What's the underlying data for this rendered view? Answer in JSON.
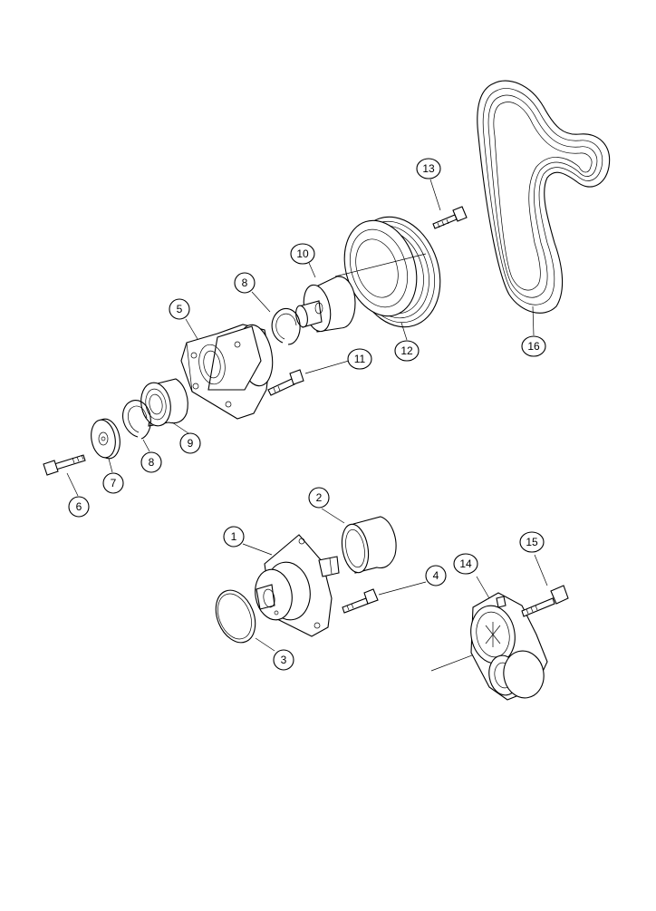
{
  "diagram": {
    "callouts": [
      {
        "id": "c1",
        "label": "1"
      },
      {
        "id": "c2",
        "label": "2"
      },
      {
        "id": "c3",
        "label": "3"
      },
      {
        "id": "c4",
        "label": "4"
      },
      {
        "id": "c5",
        "label": "5"
      },
      {
        "id": "c6",
        "label": "6"
      },
      {
        "id": "c7",
        "label": "7"
      },
      {
        "id": "c8a",
        "label": "8"
      },
      {
        "id": "c8b",
        "label": "8"
      },
      {
        "id": "c9",
        "label": "9"
      },
      {
        "id": "c10",
        "label": "10"
      },
      {
        "id": "c11",
        "label": "11"
      },
      {
        "id": "c12",
        "label": "12"
      },
      {
        "id": "c13",
        "label": "13"
      },
      {
        "id": "c14",
        "label": "14"
      },
      {
        "id": "c15",
        "label": "15"
      },
      {
        "id": "c16",
        "label": "16"
      }
    ]
  }
}
